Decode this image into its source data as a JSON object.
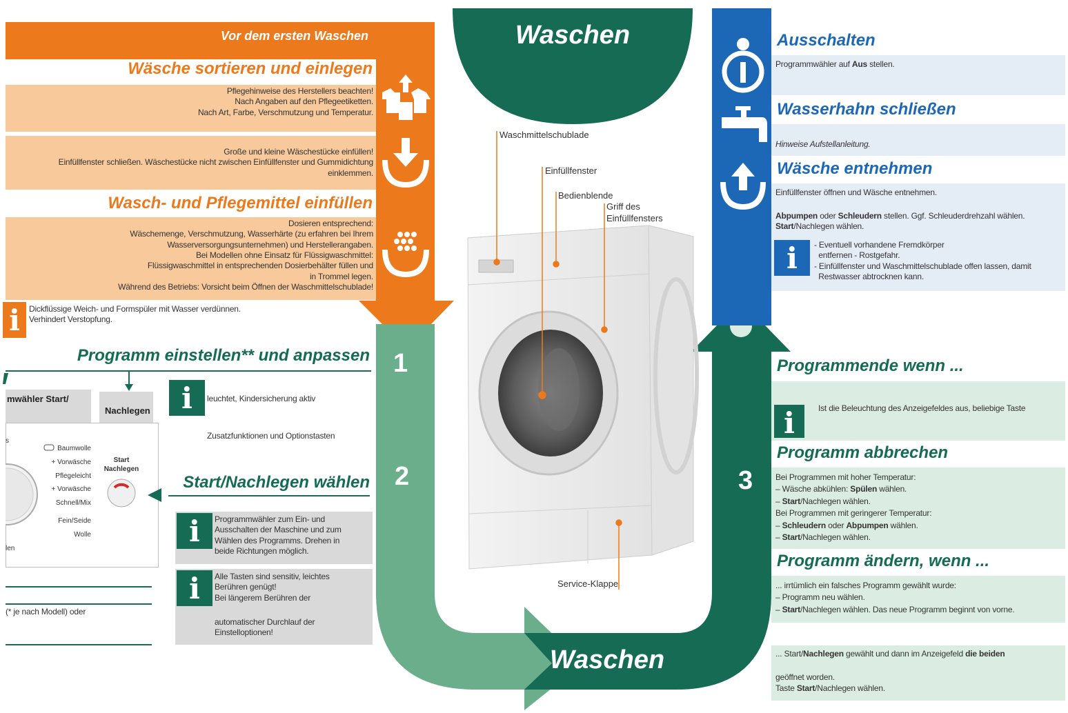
{
  "center": {
    "top_title": "Waschen",
    "bottom_title": "Waschen",
    "labels": {
      "drawer": "Waschmittelschublade",
      "window": "Einfüllfenster",
      "panel": "Bedienblende",
      "handle": "Griff des\nEinfüllfensters",
      "service": "Service-Klappe"
    },
    "steps": [
      "1",
      "2",
      "3"
    ]
  },
  "left": {
    "banner": "Vor dem ersten Waschen",
    "sort": {
      "title": "Wäsche sortieren und einlegen",
      "text1": "Pflegehinweise des Herstellers beachten!\nNach Angaben auf den Pflegeetiketten.\nNach Art, Farbe, Verschmutzung und Temperatur.",
      "text2": "Große und kleine Wäschestücke einfüllen!\nEinfüllfenster schließen. Wäschestücke nicht zwischen Einfüllfenster und Gummidichtung\neinklemmen."
    },
    "detergent": {
      "title": "Wasch- und Pflegemittel einfüllen",
      "text": "Dosieren entsprechend:\nWäschemenge, Verschmutzung, Wasserhärte (zu erfahren bei Ihrem\nWasserversorgungsunternehmen) und Herstellerangaben.\nBei Modellen ohne Einsatz für Flüssigwaschmittel:\nFlüssigwaschmittel in entsprechenden Dosierbehälter füllen und\nin Trommel legen.\nWährend des Betriebs: Vorsicht beim Öffnen der Waschmittelschublade!",
      "info": "Dickflüssige Weich- und Formspüler mit Wasser verdünnen.\nVerhindert Verstopfung."
    },
    "program": {
      "title": "Programm einstellen** und anpassen",
      "selector_label": "mwähler Start/",
      "nachlegen": "Nachlegen",
      "info1": "leuchtet, Kindersicherung aktiv",
      "extra": "Zusatzfunktionen und Optionstasten",
      "dial": [
        "Baumwolle",
        "+ Vorwäsche",
        "Pflegeleicht",
        "+ Vorwäsche",
        "Schnell/Mix",
        "Fein/Seide",
        "Wolle"
      ],
      "dial_left_s": "s",
      "dial_left_len": "len",
      "start_btn": "Start\nNachlegen",
      "footnote": "(* je nach Modell) oder"
    },
    "start": {
      "title": "Start/Nachlegen wählen",
      "info1": "Programmwähler zum Ein- und\nAusschalten der Maschine und zum\nWählen des Programms. Drehen in\nbeide Richtungen möglich.",
      "info2a": "Alle Tasten sind sensitiv, leichtes\nBerühren genügt!\nBei längerem Berühren der",
      "info2b": "automatischer Durchlauf der\nEinstelloptionen!"
    }
  },
  "right": {
    "off": {
      "title": "Ausschalten",
      "text_a": "Programmwähler auf ",
      "text_b": "Aus",
      "text_c": " stellen."
    },
    "tap": {
      "title": "Wasserhahn schließen",
      "text": "Hinweise Aufstellanleitung."
    },
    "remove": {
      "title": "Wäsche entnehmen",
      "text1": "Einfüllfenster öffnen und Wäsche entnehmen.",
      "t2a": "Abpumpen",
      "t2b": " oder ",
      "t2c": "Schleudern",
      "t2d": " stellen. Ggf. Schleuderdrehzahl wählen.",
      "t3a": "Start",
      "t3b": "/Nachlegen wählen.",
      "info": "- Eventuell vorhandene Fremdkörper\n  entfernen - Rostgefahr.\n- Einfüllfenster und Waschmittelschublade offen lassen, damit\n  Restwasser abtrocknen kann."
    },
    "end": {
      "title": "Programmende wenn ...",
      "info": "Ist die Beleuchtung des Anzeigefeldes aus, beliebige Taste"
    },
    "cancel": {
      "title": "Programm abbrechen",
      "l1": "Bei Programmen mit hoher Temperatur:",
      "l2a": "– Wäsche abkühlen: ",
      "l2b": "Spülen",
      "l2c": " wählen.",
      "l3a": "– ",
      "l3b": "Start",
      "l3c": "/Nachlegen wählen.",
      "l4": "Bei Programmen mit geringerer Temperatur:",
      "l5a": "– ",
      "l5b": "Schleudern",
      "l5c": " oder ",
      "l5d": "Abpumpen",
      "l5e": " wählen.",
      "l6a": "– ",
      "l6b": "Start",
      "l6c": "/Nachlegen wählen."
    },
    "change": {
      "title": "Programm ändern, wenn ...",
      "l1": "... irrtümlich ein falsches Programm gewählt wurde:",
      "l2": "– Programm neu wählen.",
      "l3a": "– ",
      "l3b": "Start",
      "l3c": "/Nachlegen wählen. Das neue Programm beginnt von vorne.",
      "l4a": "... Start/",
      "l4b": "Nachlegen",
      "l4c": " gewählt und dann im Anzeigefeld ",
      "l4d": "die beiden",
      "l5": "geöffnet worden.",
      "l6a": "Taste ",
      "l6b": "Start",
      "l6c": "/Nachlegen wählen."
    }
  },
  "colors": {
    "orange": "#ec7a1c",
    "peach": "#f7c99b",
    "dark_green": "#156b53",
    "mid_green": "#6aae8c",
    "light_green": "#dbede2",
    "blue": "#1c68b6",
    "light_blue": "#e4ecf6"
  }
}
